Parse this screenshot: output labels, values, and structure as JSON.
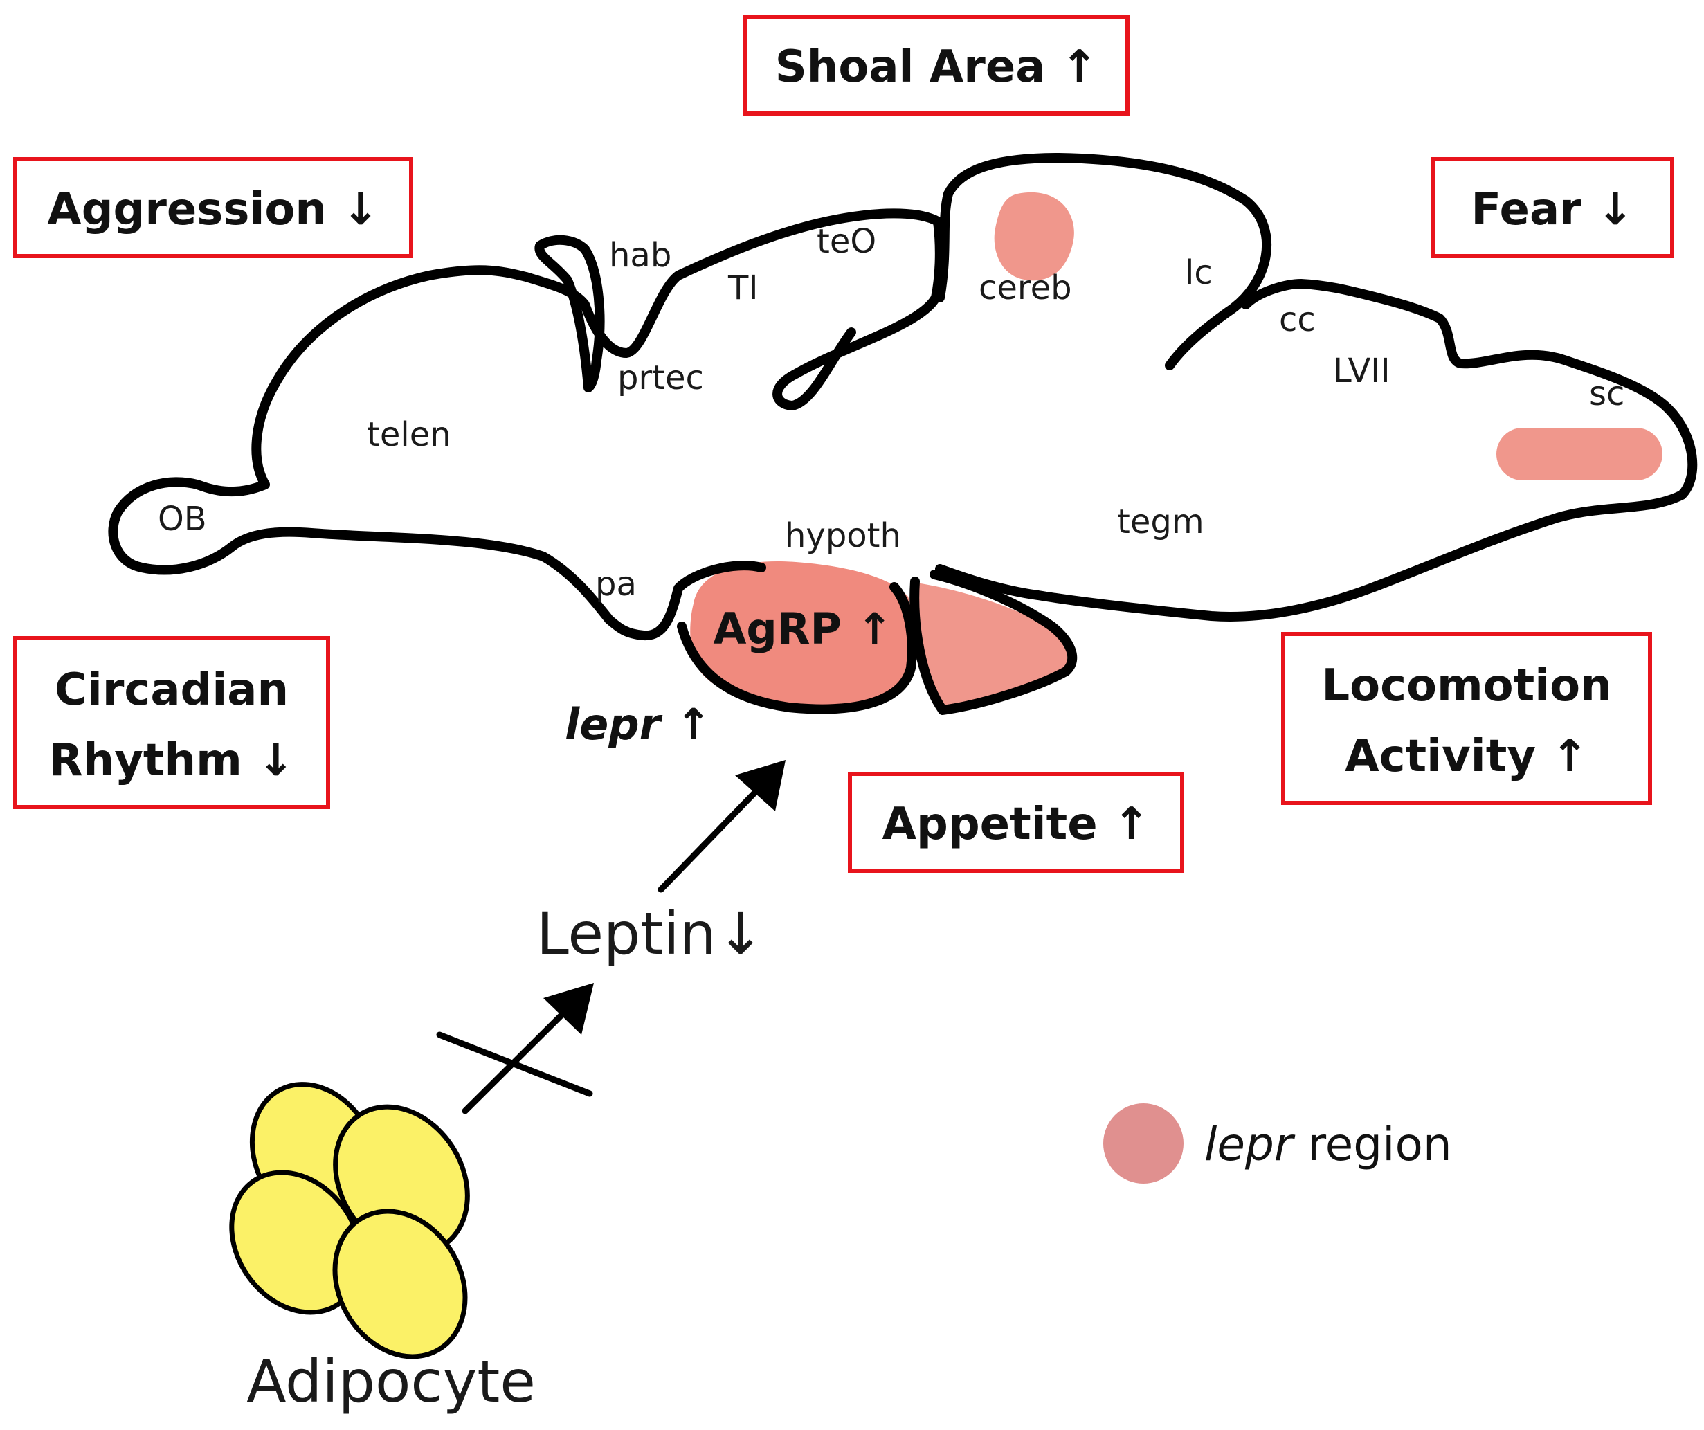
{
  "effects": {
    "shoal": "Shoal Area ↑",
    "aggression": "Aggression ↓",
    "fear": "Fear ↓",
    "circadian_line1": "Circadian",
    "circadian_line2": "Rhythm ↓",
    "locomotion_line1": "Locomotion",
    "locomotion_line2": "Activity ↑",
    "appetite": "Appetite ↑"
  },
  "regions": {
    "hab": "hab",
    "teo": "teO",
    "tl": "TI",
    "cereb": "cereb",
    "lc": "lc",
    "cc": "cc",
    "lvii": "LVII",
    "sc": "sc",
    "prtec": "prtec",
    "telen": "telen",
    "ob": "OB",
    "hypoth": "hypoth",
    "tegm": "tegm",
    "pa": "pa"
  },
  "agrp_label": "AgRP ↑",
  "lepr_label_italic": "lepr",
  "lepr_label_arrow": " ↑",
  "leptin_label": "Leptin↓",
  "adipocyte_label": "Adipocyte",
  "legend": {
    "italic": "lepr",
    "text": " region"
  },
  "colors": {
    "box_border": "#e8141c",
    "lepr_region": "#f0978c",
    "agrp_fill": "#f08a7e",
    "adipocyte_fill": "#fbf167"
  }
}
